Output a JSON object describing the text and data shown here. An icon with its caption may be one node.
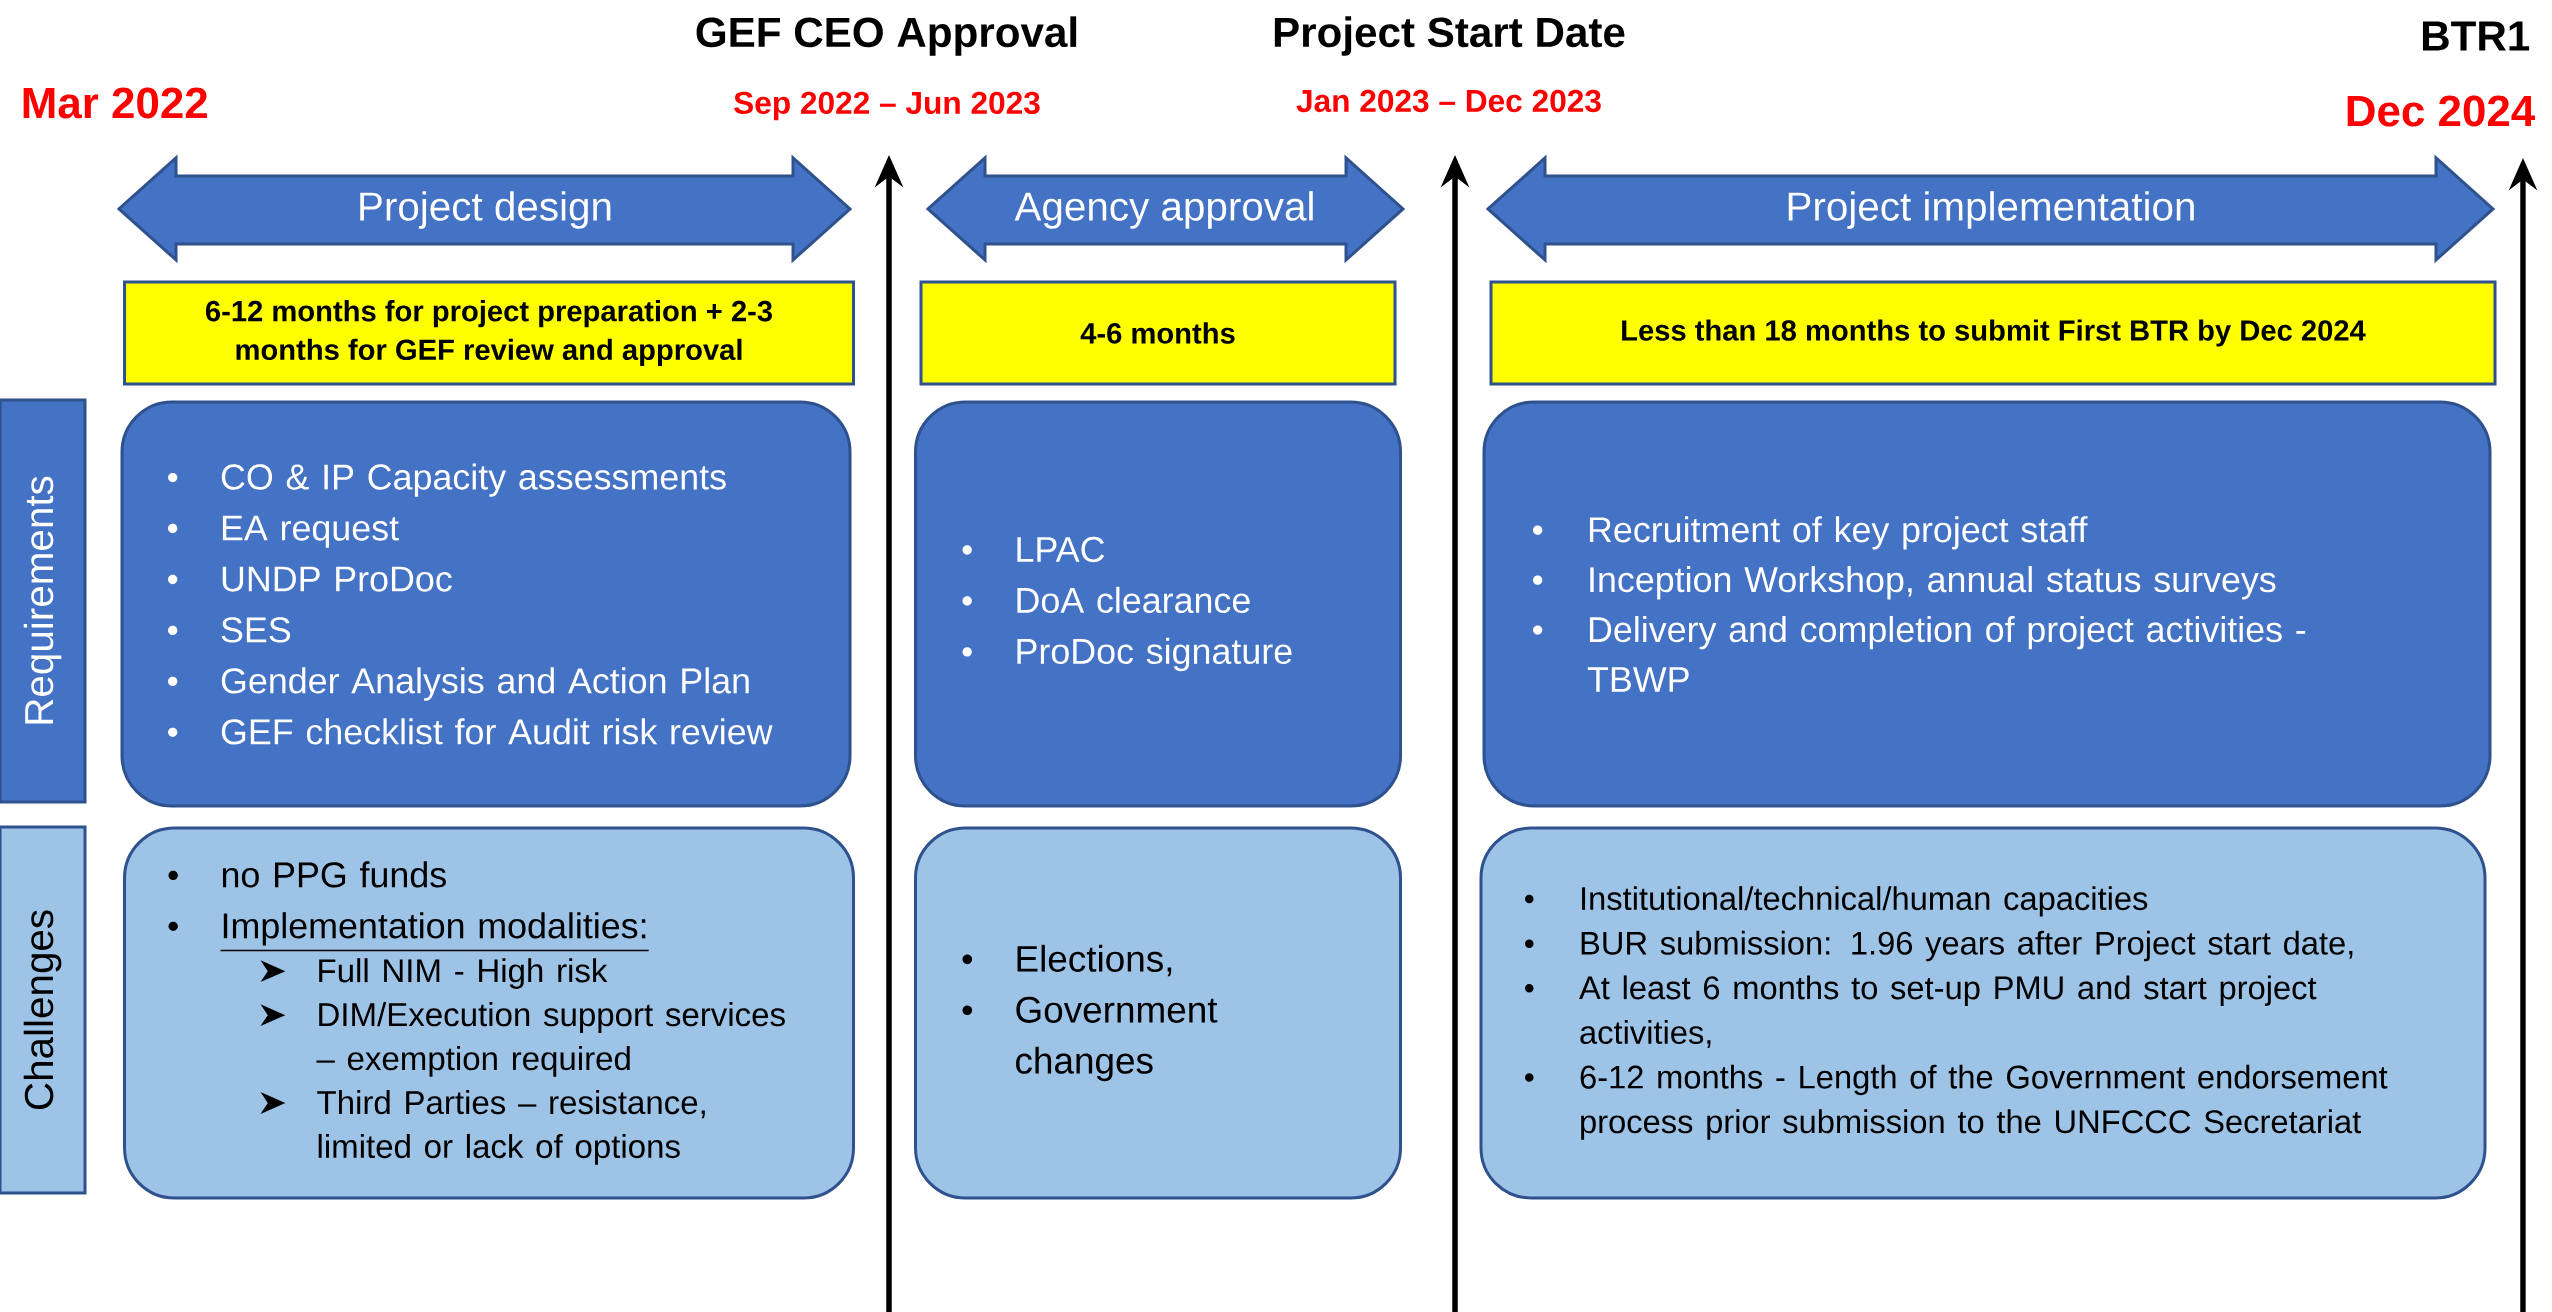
{
  "diagram": {
    "nodes": [
      {
        "text": [
          "Project design"
        ]
      },
      {
        "text": [
          "Agency approval"
        ]
      },
      {
        "text": [
          "Project implementation"
        ]
      },
      {
        "text": [
          "6-12 months for project preparation + 2-3 months for GEF review and approval"
        ]
      },
      {
        "text": [
          "4-6 months"
        ]
      },
      {
        "text": [
          "Less than 18 months to submit First BTR by Dec 2024"
        ]
      },
      {
        "text": [
          "Requirements"
        ]
      },
      {
        "text": [
          "Challenges"
        ]
      },
      {
        "text": [
          "CO & IP Capacity assessments",
          "EA request",
          "UNDP ProDoc",
          "SES",
          "Gender Analysis and Action Plan",
          "GEF checklist for Audit risk review"
        ]
      },
      {
        "text": [
          "LPAC",
          "DoA clearance",
          "ProDoc signature"
        ]
      },
      {
        "text": [
          "Recruitment of key project staff",
          "Inception Workshop, annual status surveys",
          "Delivery and completion of project activities - TBWP"
        ]
      },
      {
        "text": [
          "no PPG funds",
          "Implementation modalities:",
          "Full NIM - High risk",
          "DIM/Execution support services – exemption required",
          "Third Parties – resistance, limited or lack of options"
        ]
      },
      {
        "text": [
          "Elections,",
          "Government changes"
        ]
      },
      {
        "text": [
          "Institutional/technical/human capacities",
          "BUR submission: 1.96 years after Project start date,",
          "At least 6 months to set-up PMU and start project activities,",
          "6-12 months - Length of the Government endorsement process prior submission to the UNFCCC Secretariat"
        ]
      }
    ],
    "labels": [
      "GEF CEO Approval",
      "Project Start Date",
      "BTR1",
      "Mar 2022",
      "Sep 2022 – Jun 2023",
      "Jan 2023 – Dec 2023",
      "Dec 2024"
    ]
  }
}
